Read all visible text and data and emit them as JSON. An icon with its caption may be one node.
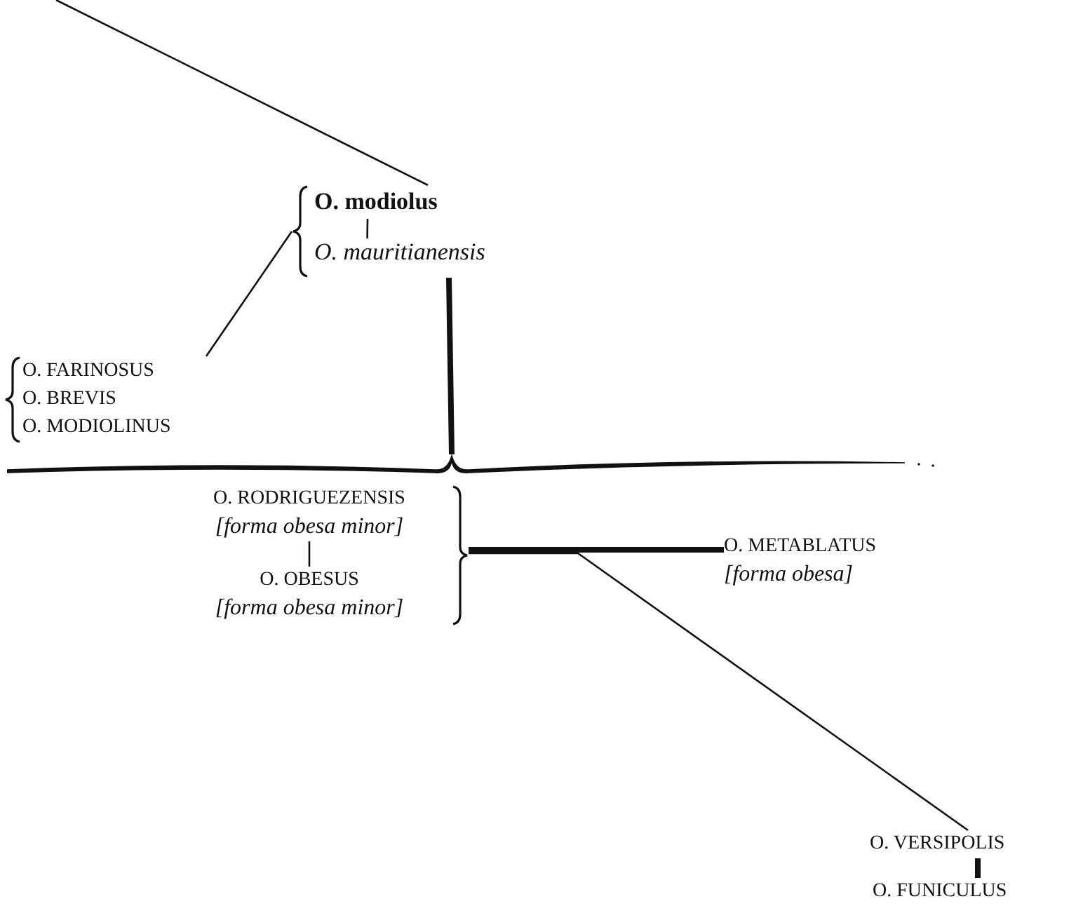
{
  "diagram": {
    "nodes": [
      {
        "text": [],
        "shape": "bracket"
      },
      {
        "text": [
          "O. modiolus"
        ],
        "in": 0
      },
      {
        "text": [
          "O. mauritianensis"
        ],
        "in": 0
      },
      {
        "text": [],
        "shape": "bracket"
      },
      {
        "text": [
          "O. FARINOSUS"
        ],
        "in": 3
      },
      {
        "text": [
          "O. BREVIS"
        ],
        "in": 3
      },
      {
        "text": [
          "O. MODIOLINUS"
        ],
        "in": 3
      },
      {
        "text": [],
        "shape": "brace"
      },
      {
        "text": [],
        "shape": "bracket"
      },
      {
        "text": [
          "O. RODRIGUEZENSIS",
          "[forma obesa minor]"
        ],
        "in": 8
      },
      {
        "text": [
          "O. OBESUS",
          "[forma obesa minor]"
        ],
        "in": 8
      },
      {
        "text": [
          "O. METABLATUS",
          "[forma obesa]"
        ]
      },
      {
        "text": [
          "O. VERSIPOLIS"
        ]
      },
      {
        "text": [
          "O. FUNICULUS"
        ]
      }
    ],
    "edges": [
      {
        "from": null,
        "to": 0,
        "arrow": "none"
      },
      {
        "from": 3,
        "to": 0,
        "arrow": "none"
      },
      {
        "from": 1,
        "to": 2,
        "arrow": "none"
      },
      {
        "from": 0,
        "to": 7,
        "arrow": "none",
        "style": "thick"
      },
      {
        "from": 9,
        "to": 10,
        "arrow": "none"
      },
      {
        "from": 8,
        "to": 11,
        "arrow": "none",
        "style": "thick"
      },
      {
        "from": 8,
        "to": 12,
        "arrow": "none"
      },
      {
        "from": 12,
        "to": 13,
        "arrow": "none",
        "style": "thick"
      }
    ]
  }
}
